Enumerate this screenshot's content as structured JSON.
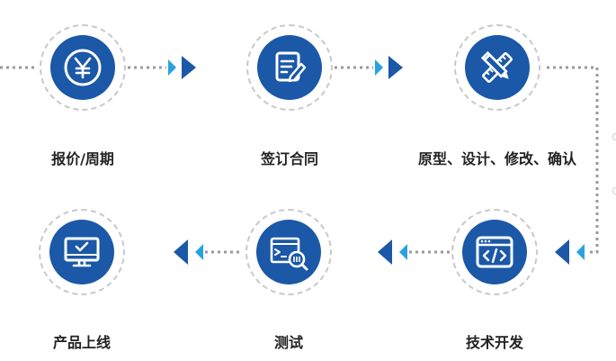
{
  "steps": [
    {
      "id": "quote",
      "label": "报价/周期",
      "icon": "yen-icon"
    },
    {
      "id": "contract",
      "label": "签订合同",
      "icon": "document-edit-icon"
    },
    {
      "id": "prototype",
      "label": "原型、设计、修改、确认",
      "icon": "ruler-pencil-icon"
    },
    {
      "id": "development",
      "label": "技术开发",
      "icon": "code-window-icon"
    },
    {
      "id": "testing",
      "label": "测试",
      "icon": "test-inspect-icon"
    },
    {
      "id": "launch",
      "label": "产品上线",
      "icon": "monitor-check-icon"
    }
  ],
  "colors": {
    "disc": "#1b58a7",
    "arrow_dark": "#1b58a7",
    "arrow_light": "#29a3e0",
    "connector": "#9a9a9a",
    "ring": "#c9c9c9"
  }
}
